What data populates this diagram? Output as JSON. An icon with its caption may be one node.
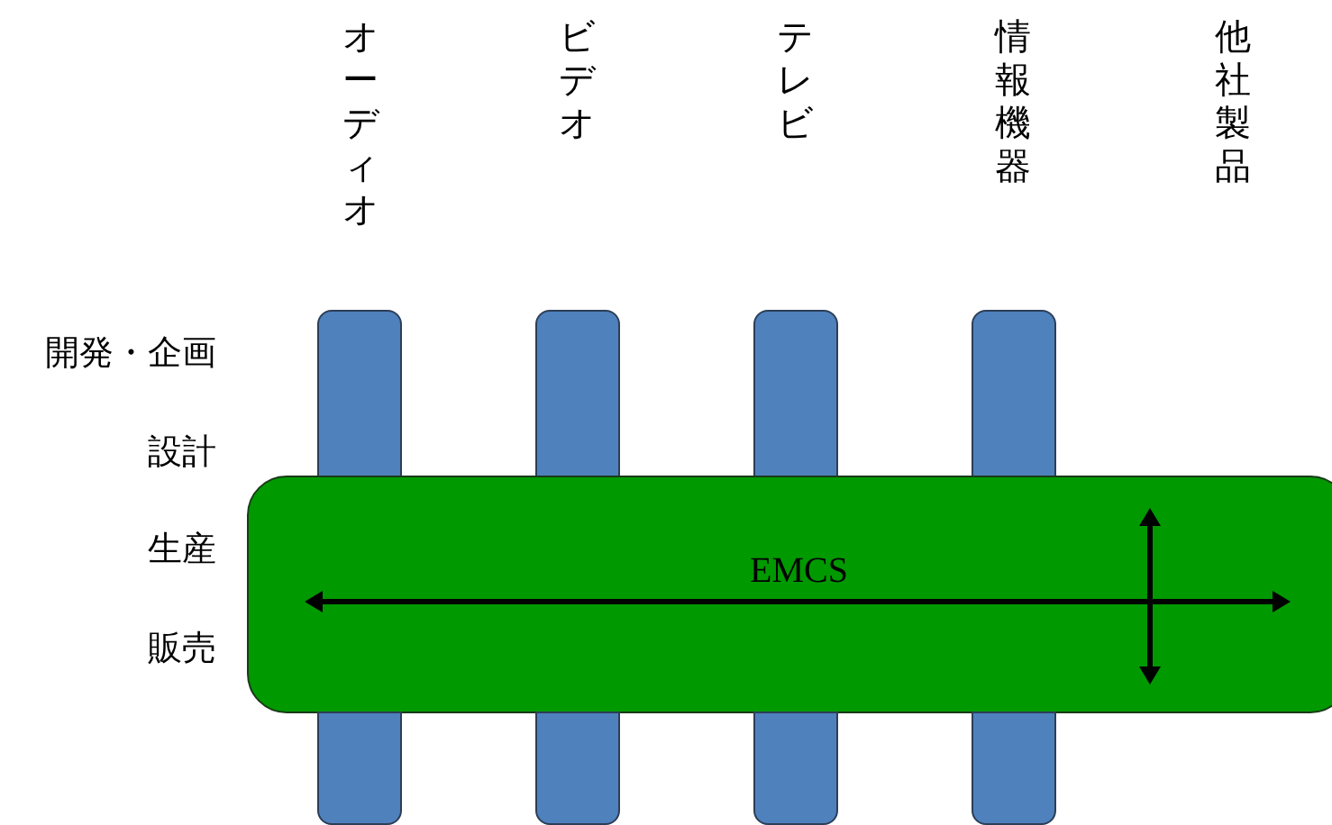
{
  "diagram": {
    "nodes": [
      {
        "text": [],
        "shape": "bar"
      },
      {
        "text": [],
        "shape": "bar"
      },
      {
        "text": [],
        "shape": "bar"
      },
      {
        "text": [],
        "shape": "bar"
      },
      {
        "text": [
          "EMCS"
        ]
      },
      {
        "text": [],
        "shape": "bar"
      },
      {
        "text": [],
        "shape": "bar"
      },
      {
        "text": [],
        "shape": "bar"
      },
      {
        "text": [],
        "shape": "bar"
      }
    ],
    "labels": [
      "オーディオ",
      "ビデオ",
      "テレビ",
      "情報機器",
      "他社製品",
      "開発・企画",
      "設計",
      "生産",
      "販売"
    ]
  }
}
